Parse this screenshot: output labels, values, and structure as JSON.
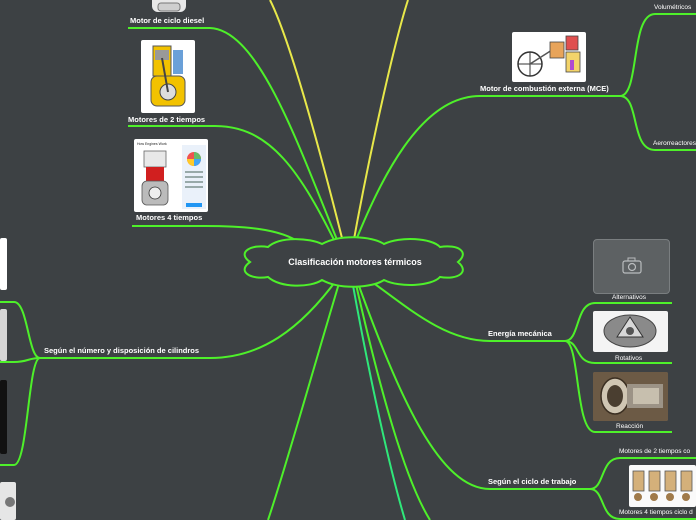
{
  "root": {
    "title": "Clasificación motores térmicos"
  },
  "left": {
    "diesel": "Motor de ciclo diesel",
    "two_stroke": "Motores de 2 tiempos",
    "four_stroke": "Motores 4 tiempos",
    "cylinders": "Según el número y disposición de cilindros",
    "four_stroke_thumb_title": "How Engines Work"
  },
  "right": {
    "mce": "Motor de combustión externa (MCE)",
    "volumetric": "Volumétricos",
    "jet": "Aerorreactores",
    "mechanical_energy": "Energía mecánica",
    "alternative": "Alternativos",
    "rotary": "Rotativos",
    "reaction": "Reacción",
    "work_cycle": "Según el ciclo de trabajo",
    "two_stroke_cycle": "Motores de 2 tiempos co",
    "four_stroke_cycle": "Motores 4 tiempos ciclo d"
  },
  "colors": {
    "background": "#3d4144",
    "yellow_branch": "#e8e84a",
    "green_branch": "#4ef02a",
    "teal_branch": "#2fe87a",
    "placeholder": "#5d6163"
  },
  "icons": {
    "alternative_placeholder": "camera-icon"
  }
}
